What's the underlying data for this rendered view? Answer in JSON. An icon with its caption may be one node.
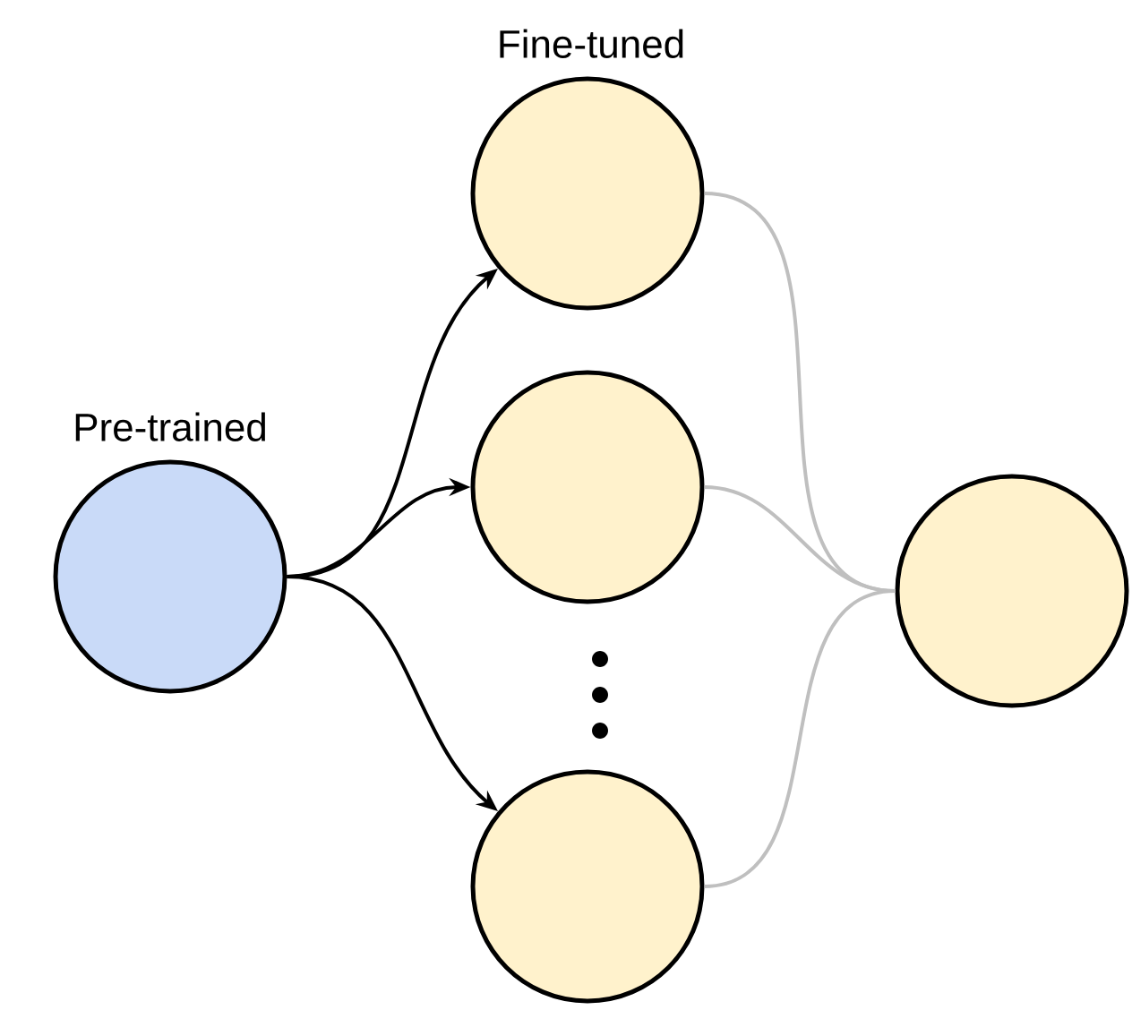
{
  "diagram": {
    "nodes": [
      {
        "text": [
          "Pre-trained"
        ]
      },
      {
        "text": [
          "Fine-tuned"
        ]
      },
      {
        "text": [],
        "shape": "circle"
      },
      {
        "text": [],
        "shape": "circle"
      },
      {
        "text": [],
        "shape": "circle"
      }
    ],
    "edges": [
      {
        "from": 0,
        "to": 1,
        "arrow": "to"
      },
      {
        "from": 0,
        "to": 2,
        "arrow": "to"
      },
      {
        "from": 0,
        "to": 3,
        "arrow": "to"
      },
      {
        "from": 1,
        "to": 4,
        "arrow": "none",
        "color": "#bfbfbf"
      },
      {
        "from": 2,
        "to": 4,
        "arrow": "none",
        "color": "#bfbfbf"
      },
      {
        "from": 3,
        "to": 4,
        "arrow": "none",
        "color": "#bfbfbf"
      }
    ]
  }
}
